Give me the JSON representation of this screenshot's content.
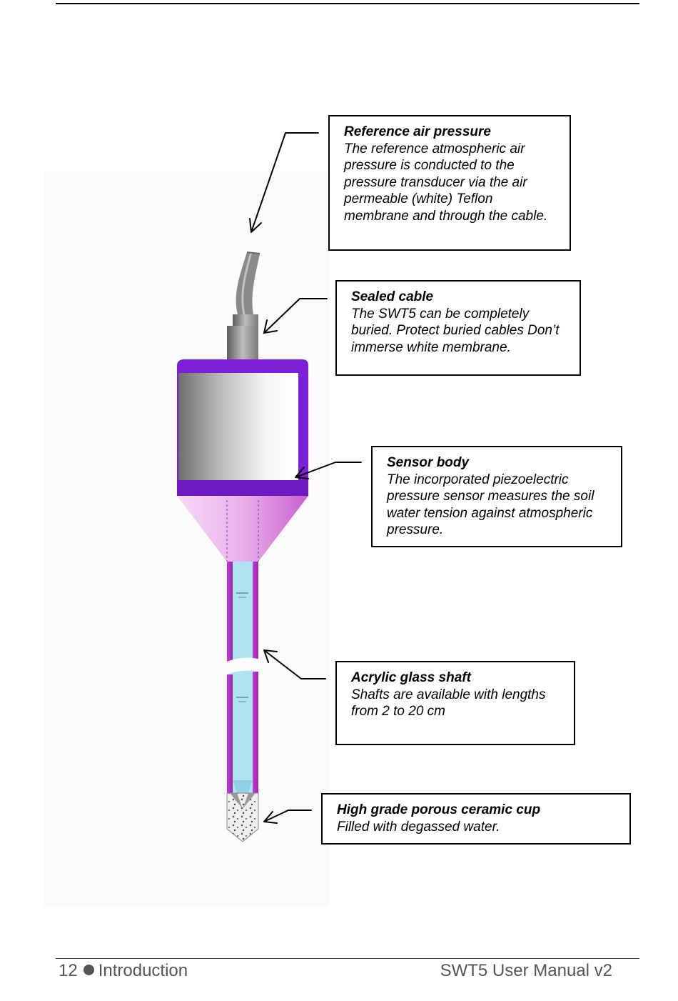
{
  "callouts": [
    {
      "id": "reference-air-pressure",
      "title": "Reference air pressure",
      "body": "The reference atmospheric air pressure is conducted to the pressure transducer via the air permeable (white) Teflon membrane and through the cable."
    },
    {
      "id": "sealed-cable",
      "title": "Sealed cable",
      "body": "The SWT5 can be completely buried. Protect buried cables Don’t immerse white membrane."
    },
    {
      "id": "sensor-body",
      "title": "Sensor body",
      "body": "The incorporated piezoelectric pressure sensor measures the soil water tension against atmospheric pressure."
    },
    {
      "id": "acrylic-glass-shaft",
      "title": "Acrylic glass shaft",
      "body": "Shafts are available with lengths from 2 to 20 cm"
    },
    {
      "id": "ceramic-cup",
      "title": "High grade porous ceramic cup",
      "body": "Filled with degassed water."
    }
  ],
  "footer": {
    "page_number": "12",
    "section": "Introduction",
    "manual_title": "SWT5 User Manual v2"
  },
  "colors": {
    "housing_purple": "#7a1fd6",
    "cone_pink": "#efbdf0",
    "shaft_blue": "#aee3f2",
    "body_gray": "#9a9a9a"
  }
}
